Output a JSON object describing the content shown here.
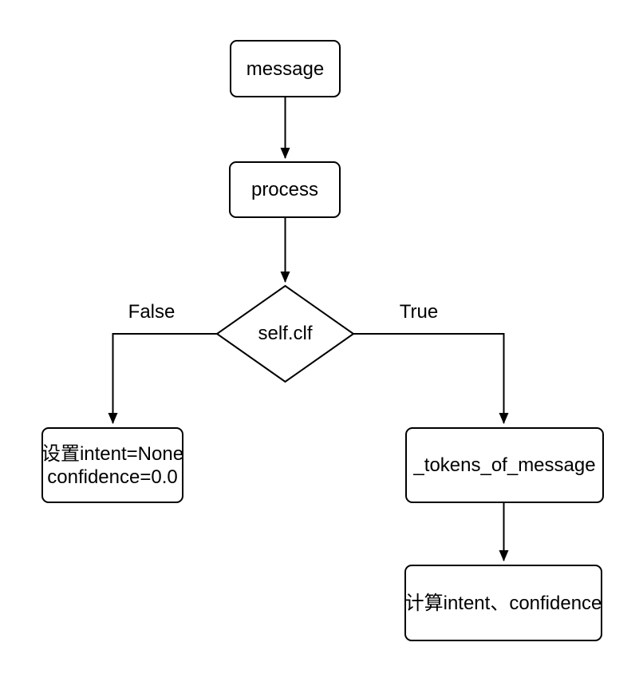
{
  "diagram": {
    "background_color": "#ffffff",
    "line_color": "#000000",
    "node_fill_color": "#ffffff",
    "text_color": "#000000",
    "nodes": {
      "message": {
        "label": "message"
      },
      "process": {
        "label": "process"
      },
      "decision": {
        "label": "self.clf"
      },
      "set_none": {
        "line1": "设置intent=None",
        "line2": "confidence=0.0"
      },
      "tokens": {
        "label": "_tokens_of_message"
      },
      "compute": {
        "label": "计算intent、confidence"
      }
    },
    "edge_labels": {
      "false_branch": "False",
      "true_branch": "True"
    }
  }
}
